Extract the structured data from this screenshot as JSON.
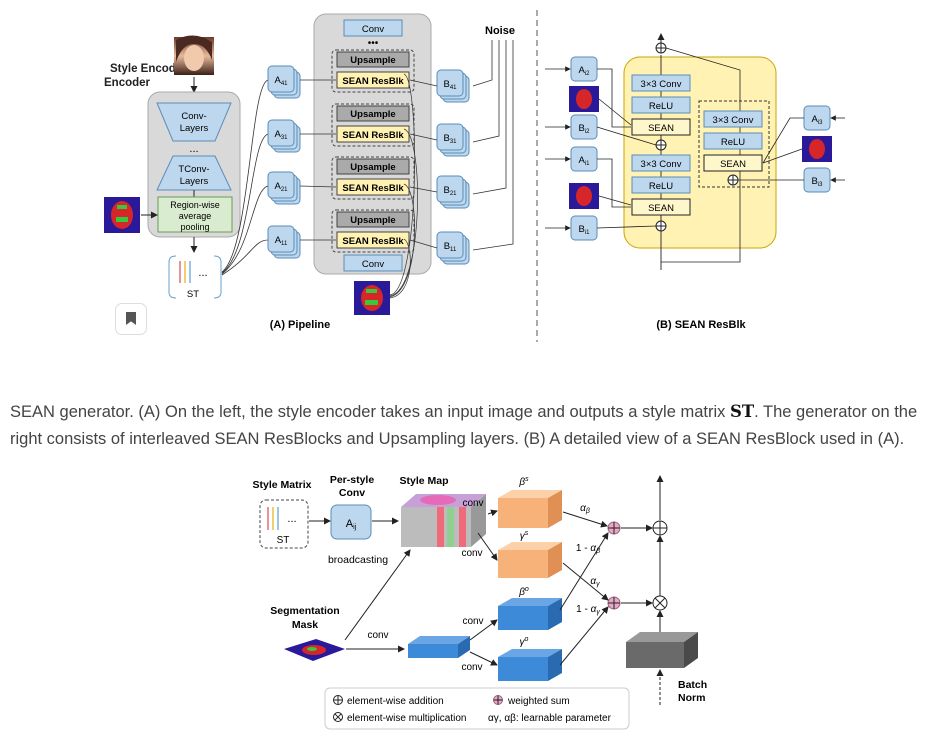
{
  "top_figure": {
    "style_encoder_title": "Style\nEncoder",
    "conv_layers": "Conv-\nLayers",
    "dots": "...",
    "tconv_layers": "TConv-\nLayers",
    "region_pooling": "Region-wise\naverage\npooling",
    "st_label": "ST",
    "st_dots": "...",
    "pipeline_label": "(A) Pipeline",
    "noise_label": "Noise",
    "conv_top": "Conv",
    "conv_bottom": "Conv",
    "upsample": "Upsample",
    "sean_resblk": "SEAN ResBlk",
    "a_labels": [
      "A41",
      "A31",
      "A21",
      "A11"
    ],
    "b_labels": [
      "B41",
      "B31",
      "B21",
      "B11"
    ],
    "resblk_title": "(B) SEAN ResBlk",
    "conv3x3": "3×3 Conv",
    "relu": "ReLU",
    "sean": "SEAN",
    "resblk_a_labels": [
      "Ai2",
      "Ai1",
      "Ai3"
    ],
    "resblk_b_labels": [
      "Bi2",
      "Bi1",
      "Bi3"
    ]
  },
  "caption": {
    "part1": "SEAN generator. (A) On the left, the style encoder takes an input image and outputs a style matrix ",
    "bold": "ST",
    "part2": ". The generator on the right consists of interleaved SEAN ResBlocks and Upsampling layers. (B) A detailed view of a SEAN ResBlock used in (A)."
  },
  "bottom_figure": {
    "style_matrix": "Style Matrix",
    "per_style_conv": "Per-style\nConv",
    "style_map": "Style Map",
    "a_ij": "Aij",
    "st": "ST",
    "st_dots": "...",
    "broadcasting": "broadcasting",
    "segmentation_mask": "Segmentation\nMask",
    "conv": "conv",
    "beta_s": "βs",
    "gamma_s": "γs",
    "beta_o": "βo",
    "gamma_o": "γo",
    "alpha_beta": "αβ",
    "one_minus_alpha_beta": "1 - αβ",
    "alpha_gamma": "αγ",
    "one_minus_alpha_gamma": "1 - αγ",
    "batch_norm": "Batch\nNorm",
    "legend": {
      "add": "element-wise addition",
      "mul": "element-wise multiplication",
      "wsum": "weighted sum",
      "learn": "αγ, αβ:  learnable parameter"
    }
  },
  "colors": {
    "blue_block": "#bdd7ee",
    "yellow_block": "#fff2b3",
    "gray_panel": "#d9d9d9",
    "orange_cube": "#f7b27a",
    "blue_cube": "#3c8ad8"
  }
}
